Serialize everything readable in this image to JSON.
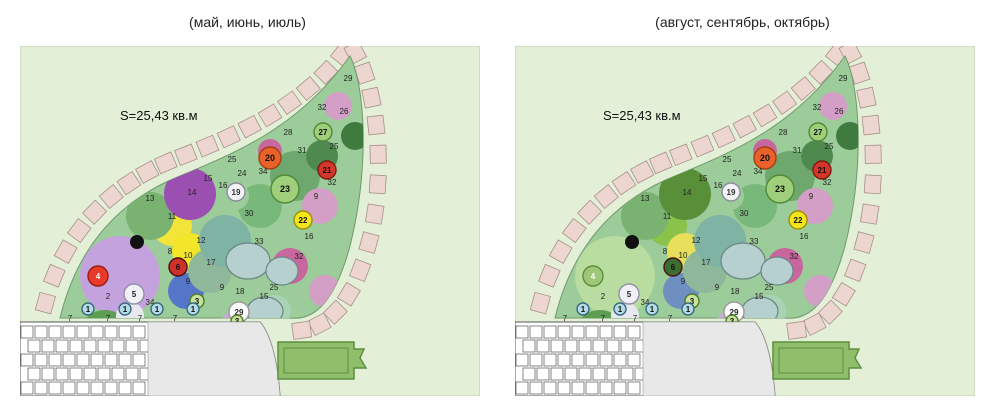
{
  "panels": [
    {
      "period": "(май, июнь, июль)",
      "area": "S=25,43 кв.м",
      "variant": "summer"
    },
    {
      "period": "(август, сентябрь, октябрь)",
      "area": "S=25,43 кв.м",
      "variant": "autumn"
    }
  ],
  "plant_numbers": [
    "1",
    "2",
    "3",
    "4",
    "5",
    "6",
    "7",
    "8",
    "9",
    "10",
    "11",
    "12",
    "13",
    "14",
    "15",
    "16",
    "17",
    "18",
    "19",
    "20",
    "21",
    "22",
    "23",
    "24",
    "25",
    "26",
    "27",
    "28",
    "29",
    "30",
    "31",
    "32",
    "33",
    "34"
  ],
  "colors": {
    "lawn": "#e3efd6",
    "lawn_border": "#b9cca6",
    "border_stone": "#ecd6cf",
    "border_stone_edge": "#a89089",
    "bed_base": "#9ccc9a",
    "paving": "#ffffff",
    "paving_line": "#555555",
    "gravel": "#e8e8e8",
    "bench": "#8fbf6a",
    "bench_dark": "#5f8f40"
  }
}
